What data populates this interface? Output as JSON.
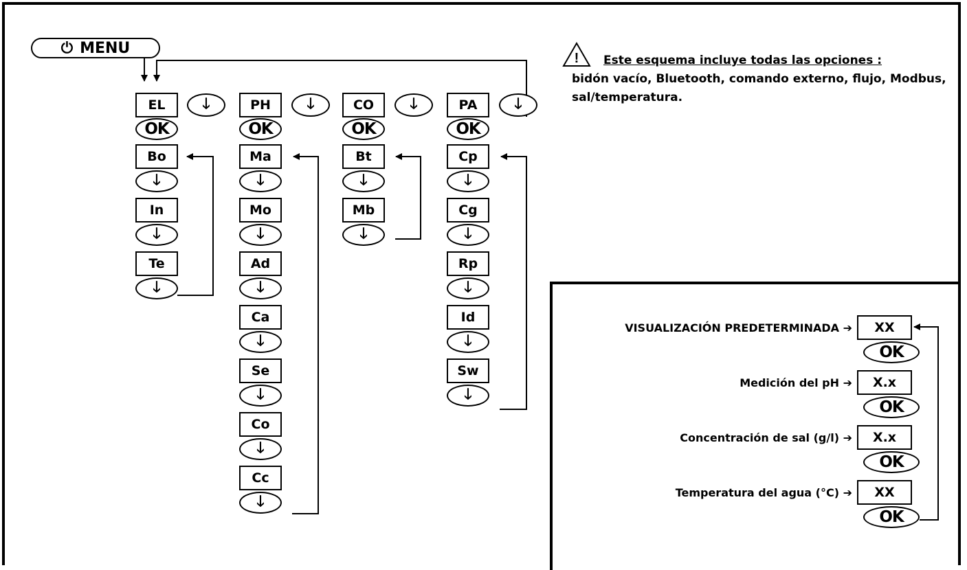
{
  "menu": {
    "icon": "power-icon",
    "label": "MENU"
  },
  "note": {
    "warning_icon": "warning-triangle-icon",
    "title": "Este esquema incluye todas las opciones :",
    "body": "bidón vacío, Bluetooth, comando externo, flujo, Modbus, sal/temperatura."
  },
  "columns": [
    {
      "head": "EL",
      "items": [
        "Bo",
        "In",
        "Te"
      ]
    },
    {
      "head": "PH",
      "items": [
        "Ma",
        "Mo",
        "Ad",
        "Ca",
        "Se",
        "Co",
        "Cc"
      ]
    },
    {
      "head": "CO",
      "items": [
        "Bt",
        "Mb"
      ]
    },
    {
      "head": "PA",
      "items": [
        "Cp",
        "Cg",
        "Rp",
        "Id",
        "Sw"
      ]
    }
  ],
  "ok_label": "OK",
  "down_arrow": "🡓",
  "default_display": {
    "rows": [
      {
        "label": "VISUALIZACIÓN PREDETERMINADA ➔",
        "value": "XX"
      },
      {
        "label": "Medición del pH ➔",
        "value": "X.x"
      },
      {
        "label": "Concentración de sal (g/l) ➔",
        "value": "X.x"
      },
      {
        "label": "Temperatura del agua (°C) ➔",
        "value": "XX"
      }
    ]
  }
}
